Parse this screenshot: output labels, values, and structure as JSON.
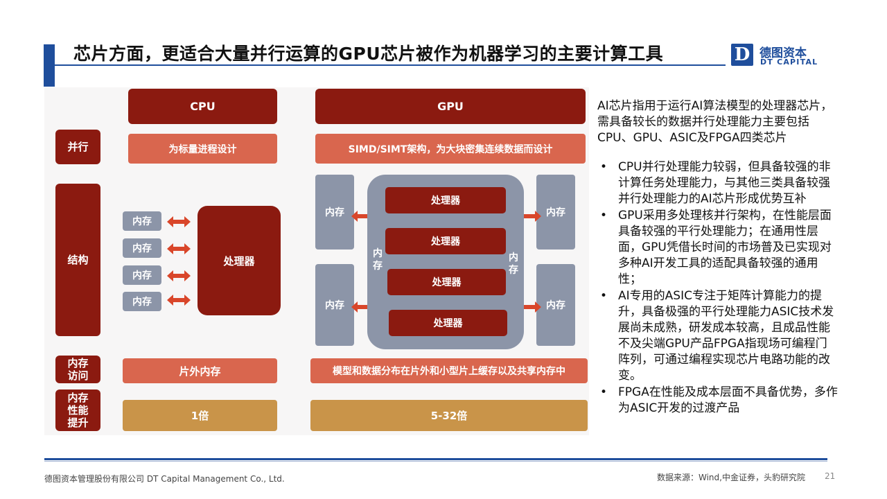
{
  "header": {
    "title": "芯片方面，更适合大量并行运算的GPU芯片被作为机器学习的主要计算工具",
    "logo_mark": "D",
    "logo_cn": "德图资本",
    "logo_en": "DT CAPITAL"
  },
  "diagram": {
    "cpu_title": "CPU",
    "gpu_title": "GPU",
    "row_labels": [
      "并行",
      "结构",
      "内存\n访问",
      "内存\n性能\n提升"
    ],
    "cpu_parallel": "为标量进程设计",
    "gpu_parallel": "SIMD/SIMT架构，为大块密集连续数据而设计",
    "cpu_memory_label": "内存",
    "cpu_processor": "处理器",
    "gpu_memory_label": "内存",
    "gpu_inner_memory": "内\n存",
    "gpu_processor": "处理器",
    "cpu_mem_access": "片外内存",
    "gpu_mem_access": "模型和数据分布在片外和小型片上缓存以及共享内存中",
    "cpu_perf": "1倍",
    "gpu_perf": "5-32倍",
    "colors": {
      "dark": "#8b1a10",
      "coral": "#d9664e",
      "gold": "#c99449",
      "grey": "#8c95a8"
    }
  },
  "text": {
    "intro": "AI芯片指用于运行AI算法模型的处理器芯片，需具备较长的数据并行处理能力主要包括CPU、GPU、ASIC及FPGA四类芯片",
    "bullet_symbol": "•",
    "bullets": [
      "CPU并行处理能力较弱，但具备较强的非计算任务处理能力，与其他三类具备较强并行处理能力的AI芯片形成优势互补",
      "GPU采用多处理核并行架构，在性能层面具备较强的平行处理能力；在通用性层面，GPU凭借长时间的市场普及已实现对多种AI开发工具的适配具备较强的通用性；",
      "AI专用的ASIC专注于矩阵计算能力的提升，具备极强的平行处理能力ASIC技术发展尚未成熟，研发成本较高，且成品性能不及尖端GPU产品FPGA指现场可编程门阵列，可通过编程实现芯片电路功能的改变。",
      "FPGA在性能及成本层面不具备优势，多作为ASIC开发的过渡产品"
    ]
  },
  "footer": {
    "company": "德图资本管理股份有限公司  DT Capital Management  Co., Ltd.",
    "source": "数据来源：Wind,中金证券，头豹研究院",
    "page": "21"
  }
}
